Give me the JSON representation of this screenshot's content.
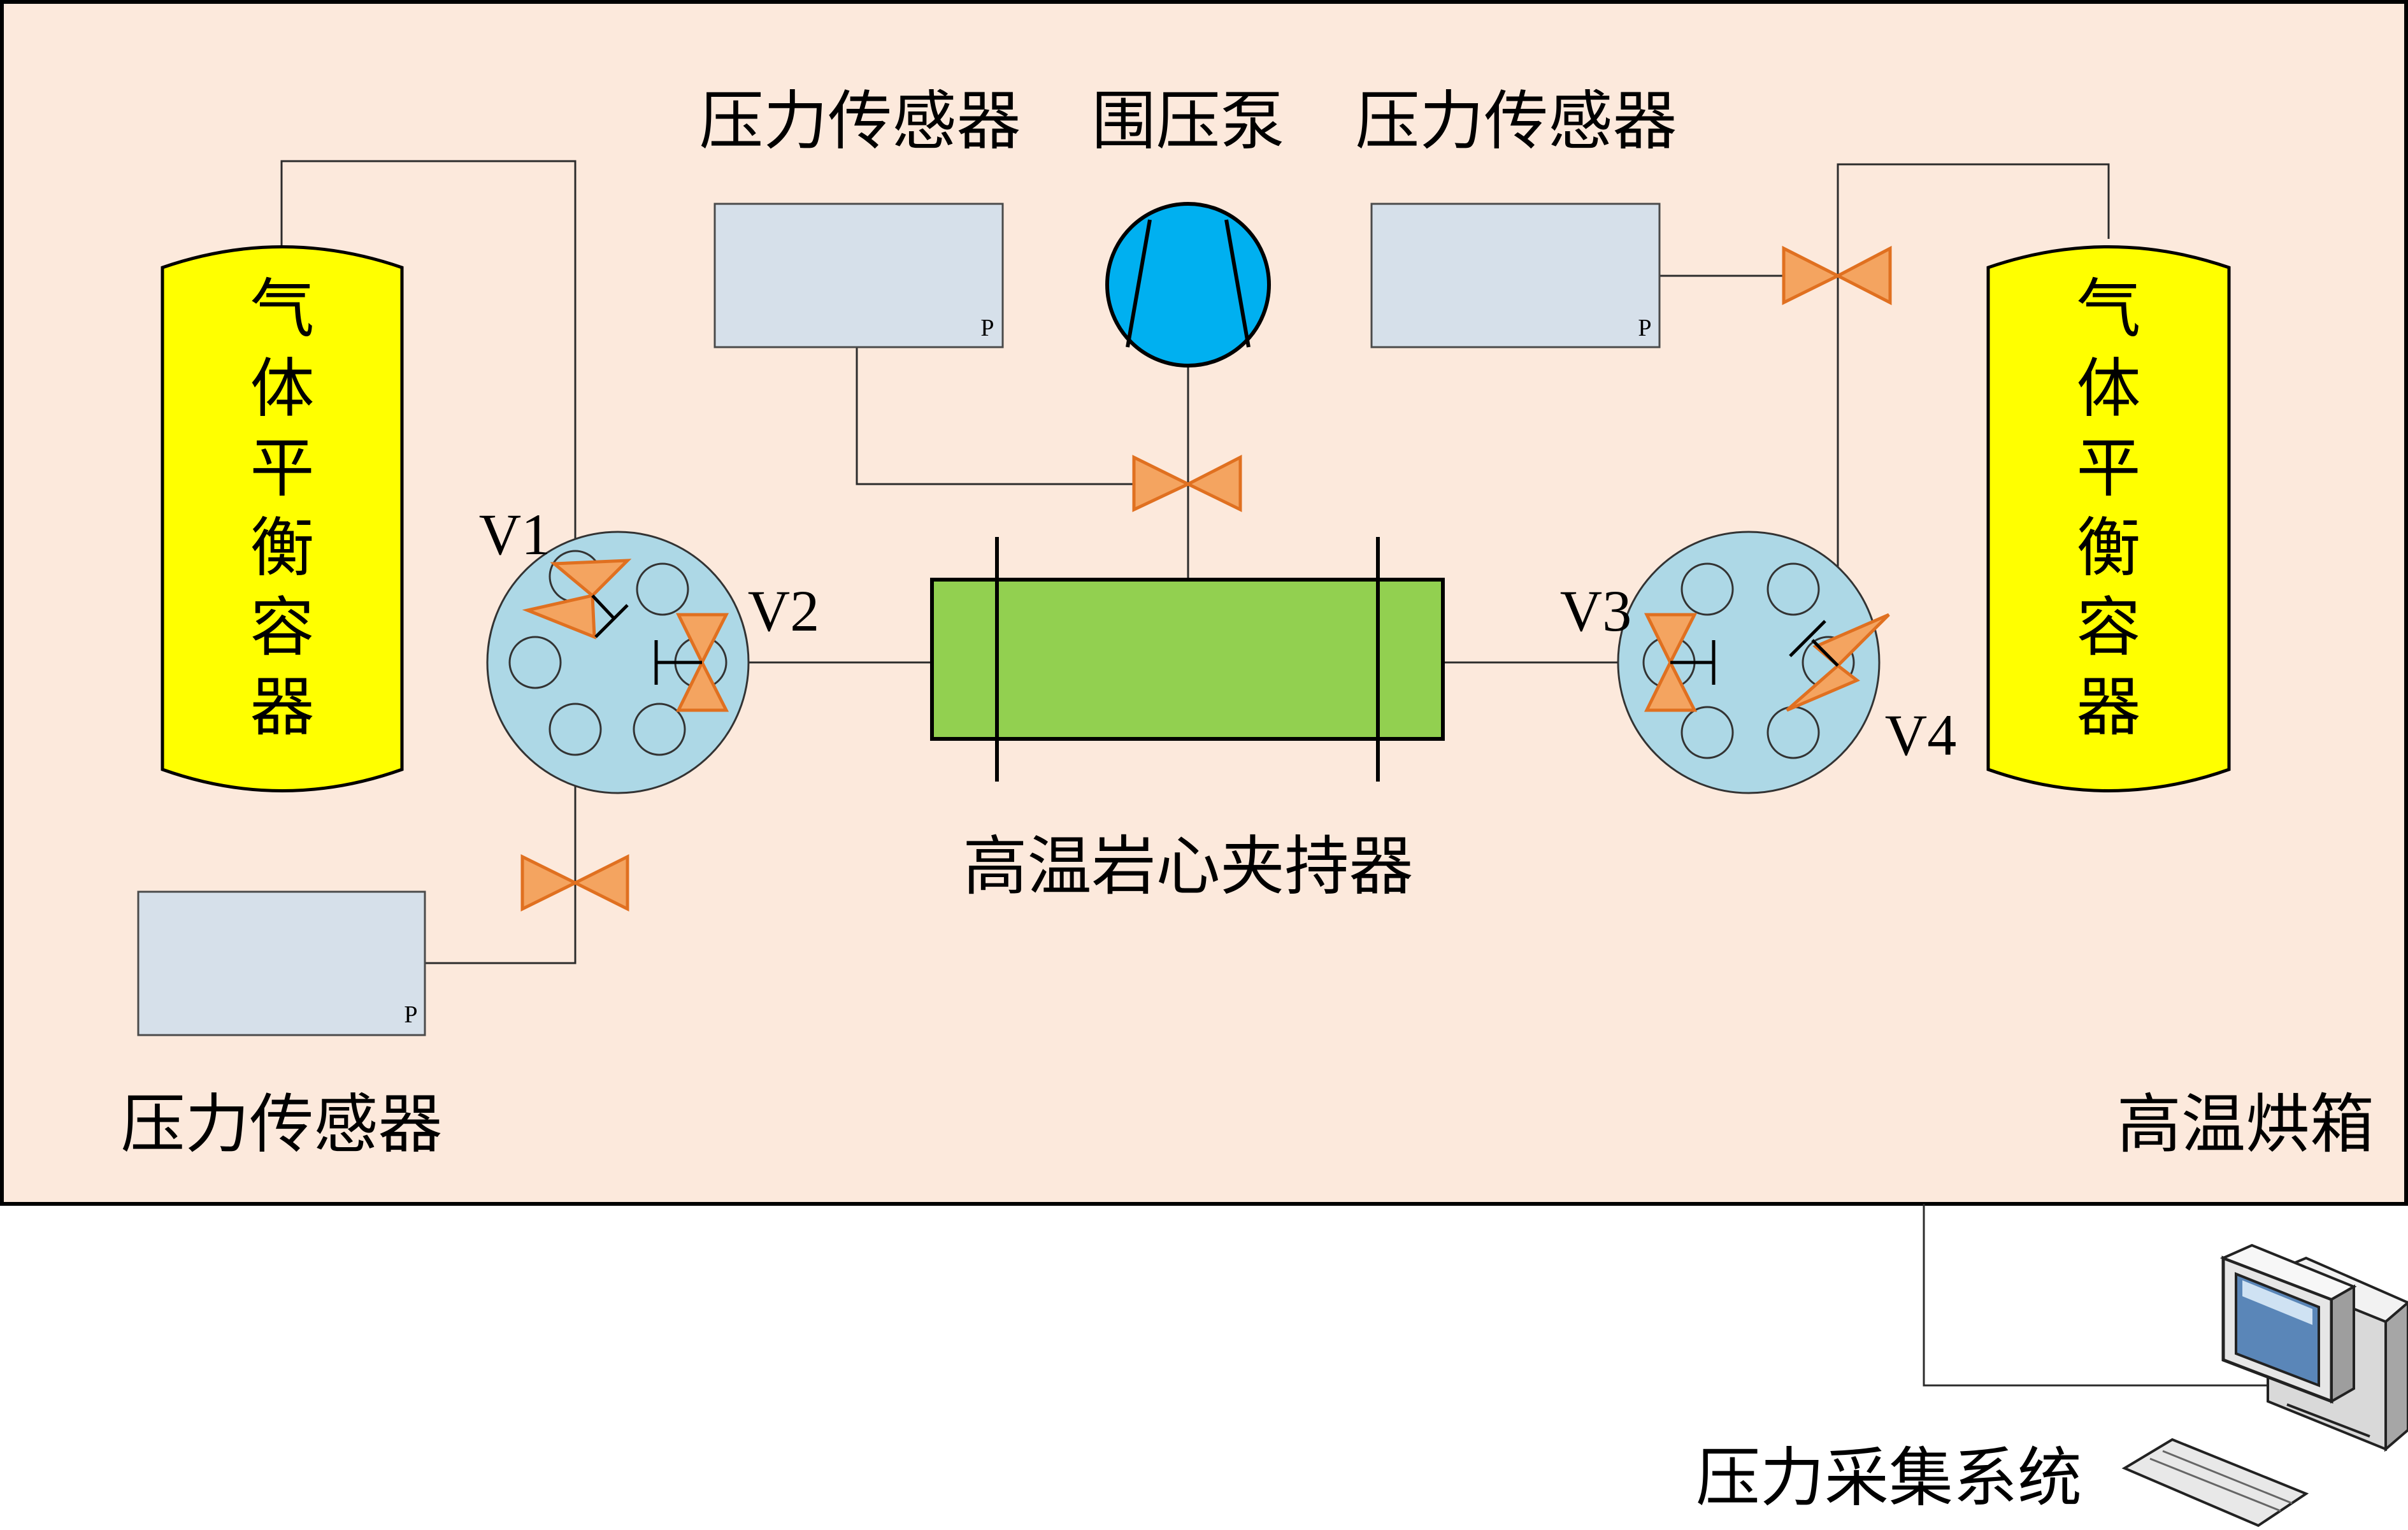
{
  "oven": {
    "label": "高温烘箱",
    "fill": "#fce9dc"
  },
  "core_holder": {
    "label": "高温岩心夹持器",
    "fill": "#92d050"
  },
  "pump": {
    "label": "围压泵",
    "fill": "#00b0f0"
  },
  "sensors": {
    "top_left_label": "压力传感器",
    "top_right_label": "压力传感器",
    "bottom_left_label": "压力传感器",
    "marker": "P"
  },
  "balance_vessels": {
    "left_chars": [
      "气",
      "体",
      "平",
      "衡",
      "容",
      "器"
    ],
    "right_chars": [
      "气",
      "体",
      "平",
      "衡",
      "容",
      "器"
    ],
    "fill": "#ffff00"
  },
  "valves": {
    "v1": "V1",
    "v2": "V2",
    "v3": "V3",
    "v4": "V4",
    "fill": "#f4a460"
  },
  "multiport_fill": "#add8e6",
  "acquisition": {
    "label": "压力采集系统",
    "icon": "computer-icon"
  }
}
